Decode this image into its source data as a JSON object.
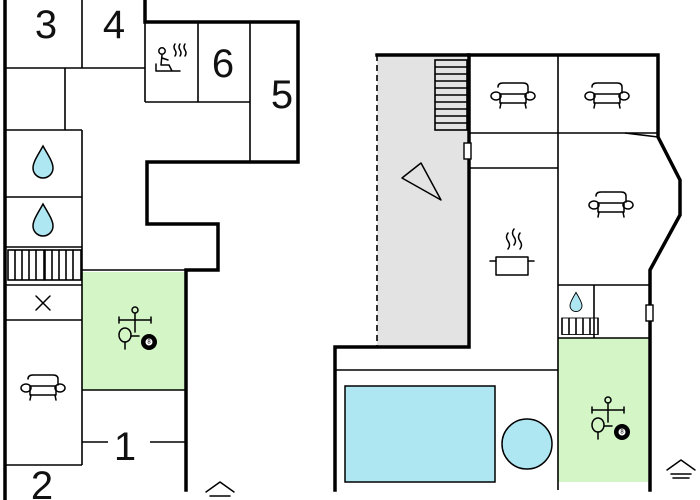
{
  "rooms": [
    {
      "key": "r3",
      "label": "3"
    },
    {
      "key": "r4",
      "label": "4"
    },
    {
      "key": "r6",
      "label": "6"
    },
    {
      "key": "r5",
      "label": "5"
    },
    {
      "key": "r1",
      "label": "1"
    },
    {
      "key": "r2",
      "label": "2"
    }
  ],
  "icons": {
    "sauna": "sauna-icon",
    "shower": "water-drop-icon",
    "radiator": "heater-icon",
    "cross": "cross-icon",
    "sofa": "sofa-icon",
    "games": "table-tennis-billiards-icon",
    "kitchen": "cooking-pot-icon",
    "stairs": "stairs-icon",
    "entrance": "entrance-icon",
    "terrace": "terrace-arrow-icon"
  },
  "colors": {
    "wall": "#000000",
    "games_room": "#d4f5c6",
    "pool": "#aee6f2",
    "terrace": "#e3e3e3"
  }
}
